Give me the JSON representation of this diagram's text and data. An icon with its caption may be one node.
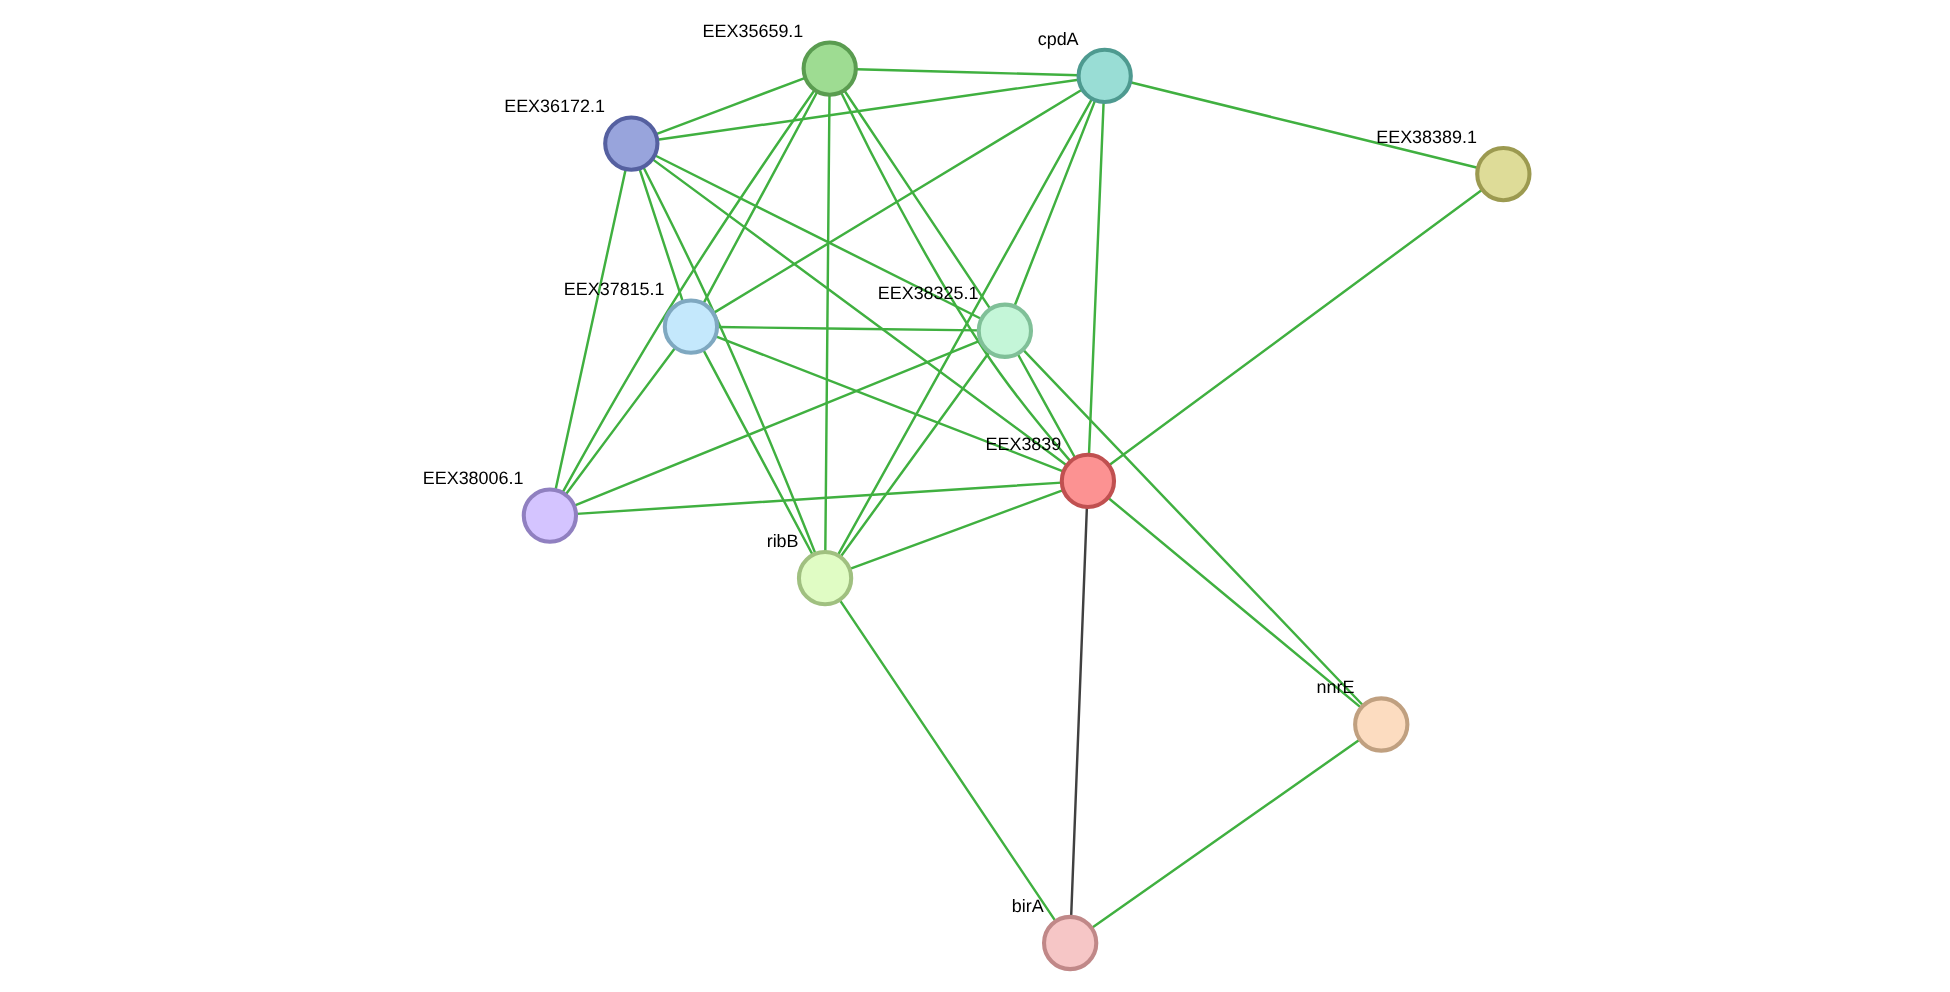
{
  "diagram": {
    "nodes": [
      {
        "text": [
          "EEX38006.1"
        ]
      },
      {
        "text": [
          "cpdA"
        ]
      },
      {
        "text": [
          "EEX37815.1"
        ]
      },
      {
        "text": [
          "EEX35659.1"
        ]
      },
      {
        "text": [
          "EEX38389.1"
        ]
      },
      {
        "text": [
          "EEX36172.1"
        ]
      },
      {
        "text": [
          "EEX3839"
        ]
      },
      {
        "text": [
          "EEX38325.1"
        ]
      },
      {
        "text": [
          "ribB"
        ]
      },
      {
        "text": [
          "nnrE"
        ]
      },
      {
        "text": [
          "birA"
        ]
      }
    ],
    "edges": [
      {
        "from": 0,
        "to": 2,
        "arrow": "none"
      },
      {
        "from": 0,
        "to": 3,
        "arrow": "none"
      },
      {
        "from": 0,
        "to": 5,
        "arrow": "none"
      },
      {
        "from": 0,
        "to": 6,
        "arrow": "none"
      },
      {
        "from": 0,
        "to": 7,
        "arrow": "none"
      },
      {
        "from": 1,
        "to": 4,
        "arrow": "none"
      },
      {
        "from": 1,
        "to": 6,
        "arrow": "none"
      },
      {
        "from": 1,
        "to": 2,
        "arrow": "none"
      },
      {
        "from": 1,
        "to": 3,
        "arrow": "none"
      },
      {
        "from": 1,
        "to": 5,
        "arrow": "none"
      },
      {
        "from": 1,
        "to": 7,
        "arrow": "none"
      },
      {
        "from": 1,
        "to": 8,
        "arrow": "none"
      },
      {
        "from": 4,
        "to": 6,
        "arrow": "none"
      },
      {
        "from": 2,
        "to": 3,
        "arrow": "none"
      },
      {
        "from": 2,
        "to": 5,
        "arrow": "none"
      },
      {
        "from": 2,
        "to": 7,
        "arrow": "none"
      },
      {
        "from": 2,
        "to": 6,
        "arrow": "none"
      },
      {
        "from": 2,
        "to": 8,
        "arrow": "none"
      },
      {
        "from": 3,
        "to": 5,
        "arrow": "none"
      },
      {
        "from": 3,
        "to": 7,
        "arrow": "none"
      },
      {
        "from": 3,
        "to": 6,
        "arrow": "none"
      },
      {
        "from": 3,
        "to": 8,
        "arrow": "none"
      },
      {
        "from": 5,
        "to": 7,
        "arrow": "none"
      },
      {
        "from": 5,
        "to": 6,
        "arrow": "none"
      },
      {
        "from": 5,
        "to": 8,
        "arrow": "none"
      },
      {
        "from": 6,
        "to": 7,
        "arrow": "none"
      },
      {
        "from": 6,
        "to": 8,
        "arrow": "none"
      },
      {
        "from": 6,
        "to": 9,
        "arrow": "none"
      },
      {
        "from": 6,
        "to": 10,
        "arrow": "none",
        "color": "#404040"
      },
      {
        "from": 7,
        "to": 8,
        "arrow": "none"
      },
      {
        "from": 7,
        "to": 9,
        "arrow": "none"
      },
      {
        "from": 8,
        "to": 10,
        "arrow": "none"
      },
      {
        "from": 9,
        "to": 10,
        "arrow": "none"
      }
    ]
  }
}
